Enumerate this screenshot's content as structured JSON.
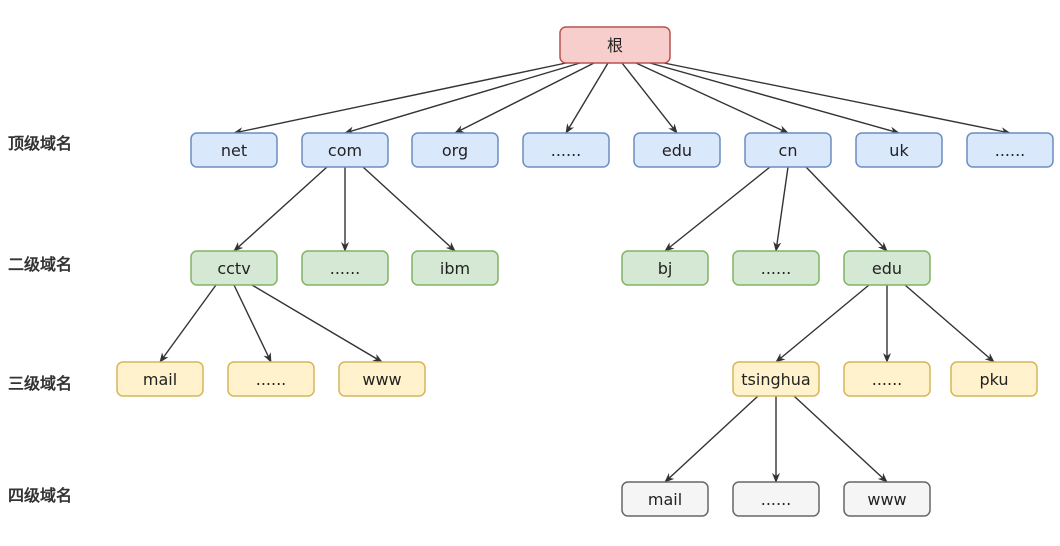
{
  "levels": [
    "顶级域名",
    "二级域名",
    "三级域名",
    "四级域名"
  ],
  "colors": {
    "root": {
      "fill": "#f8cecc",
      "stroke": "#b85450"
    },
    "level1": {
      "fill": "#dae8fc",
      "stroke": "#6c8ebf"
    },
    "level2": {
      "fill": "#d5e8d4",
      "stroke": "#82b366"
    },
    "level3": {
      "fill": "#fff2cc",
      "stroke": "#d6b656"
    },
    "level4": {
      "fill": "#f5f5f5",
      "stroke": "#666666"
    },
    "edge": "#333333"
  },
  "nodes": [
    {
      "id": "root",
      "label": "根",
      "level": "root"
    },
    {
      "id": "net",
      "label": "net",
      "level": "level1",
      "parent": "root"
    },
    {
      "id": "com",
      "label": "com",
      "level": "level1",
      "parent": "root"
    },
    {
      "id": "org",
      "label": "org",
      "level": "level1",
      "parent": "root"
    },
    {
      "id": "etc1",
      "label": "......",
      "level": "level1",
      "parent": "root"
    },
    {
      "id": "edu1",
      "label": "edu",
      "level": "level1",
      "parent": "root"
    },
    {
      "id": "cn",
      "label": "cn",
      "level": "level1",
      "parent": "root"
    },
    {
      "id": "uk",
      "label": "uk",
      "level": "level1",
      "parent": "root"
    },
    {
      "id": "etc2",
      "label": "......",
      "level": "level1",
      "parent": "root"
    },
    {
      "id": "cctv",
      "label": "cctv",
      "level": "level2",
      "parent": "com"
    },
    {
      "id": "etc3",
      "label": "......",
      "level": "level2",
      "parent": "com"
    },
    {
      "id": "ibm",
      "label": "ibm",
      "level": "level2",
      "parent": "com"
    },
    {
      "id": "bj",
      "label": "bj",
      "level": "level2",
      "parent": "cn"
    },
    {
      "id": "etc4",
      "label": "......",
      "level": "level2",
      "parent": "cn"
    },
    {
      "id": "edu2",
      "label": "edu",
      "level": "level2",
      "parent": "cn"
    },
    {
      "id": "mail1",
      "label": "mail",
      "level": "level3",
      "parent": "cctv"
    },
    {
      "id": "etc5",
      "label": "......",
      "level": "level3",
      "parent": "cctv"
    },
    {
      "id": "www1",
      "label": "www",
      "level": "level3",
      "parent": "cctv"
    },
    {
      "id": "tsinghua",
      "label": "tsinghua",
      "level": "level3",
      "parent": "edu2"
    },
    {
      "id": "etc6",
      "label": "......",
      "level": "level3",
      "parent": "edu2"
    },
    {
      "id": "pku",
      "label": "pku",
      "level": "level3",
      "parent": "edu2"
    },
    {
      "id": "mail2",
      "label": "mail",
      "level": "level4",
      "parent": "tsinghua"
    },
    {
      "id": "etc7",
      "label": "......",
      "level": "level4",
      "parent": "tsinghua"
    },
    {
      "id": "www2",
      "label": "www",
      "level": "level4",
      "parent": "tsinghua"
    }
  ]
}
